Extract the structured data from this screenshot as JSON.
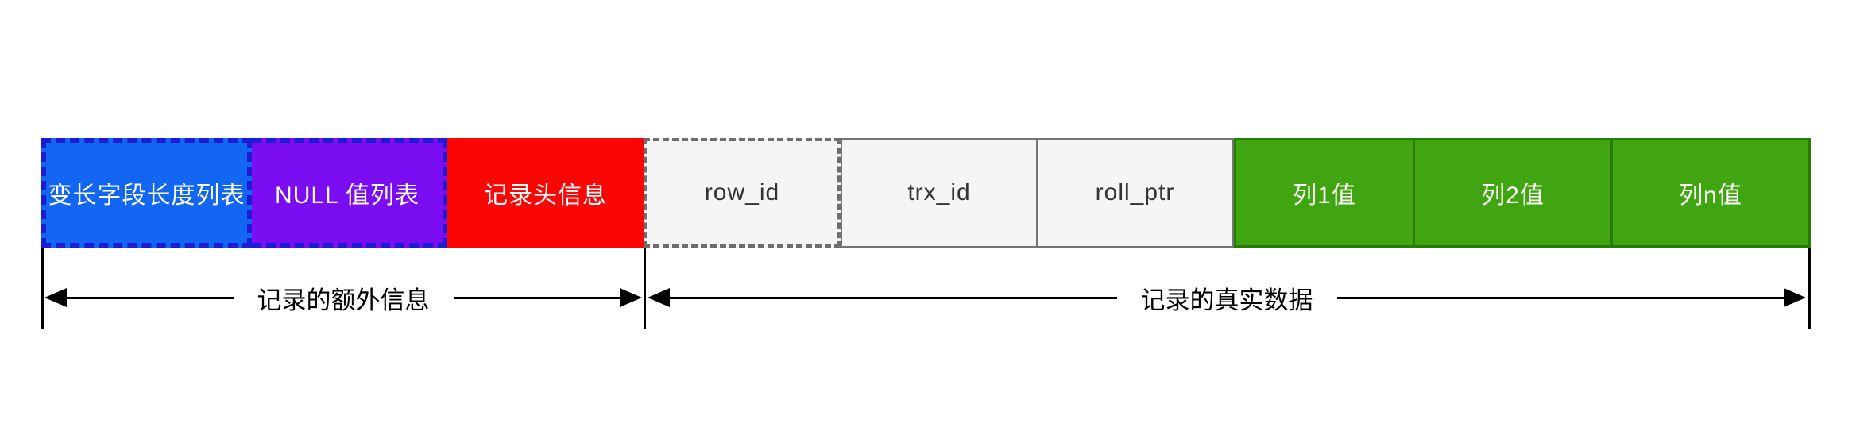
{
  "diagram": {
    "description": "InnoDB record format diagram",
    "record_bar": {
      "segments": [
        {
          "id": "varlen-list",
          "label": "变长字段长度列表",
          "bg": "#1266f1",
          "border_color": "#1c1cd6",
          "text_color": "#ffffff",
          "border_style": "dashed"
        },
        {
          "id": "null-list",
          "label": "NULL 值列表",
          "bg": "#7b0df2",
          "border_color": "#1c1cd6",
          "text_color": "#ffffff",
          "border_style": "dashed"
        },
        {
          "id": "record-header",
          "label": "记录头信息",
          "bg": "#fb0505",
          "border_color": "#fb0505",
          "text_color": "#ffffff",
          "border_style": "none"
        },
        {
          "id": "row-id",
          "label": "row_id",
          "bg": "#f5f5f5",
          "border_color": "#6e6e6e",
          "text_color": "#333333",
          "border_style": "dashed"
        },
        {
          "id": "trx-id",
          "label": "trx_id",
          "bg": "#f5f5f5",
          "border_color": "#757575",
          "text_color": "#333333",
          "border_style": "solid"
        },
        {
          "id": "roll-ptr",
          "label": "roll_ptr",
          "bg": "#f5f5f5",
          "border_color": "#757575",
          "text_color": "#333333",
          "border_style": "solid"
        },
        {
          "id": "col1-value",
          "label": "列1值",
          "bg": "#41a512",
          "border_color": "#267c00",
          "text_color": "#ffffff",
          "border_style": "solid"
        },
        {
          "id": "col2-value",
          "label": "列2值",
          "bg": "#41a512",
          "border_color": "#267c00",
          "text_color": "#ffffff",
          "border_style": "solid"
        },
        {
          "id": "coln-value",
          "label": "列n值",
          "bg": "#41a512",
          "border_color": "#267c00",
          "text_color": "#ffffff",
          "border_style": "solid"
        }
      ]
    },
    "dimensions": {
      "extra_info": {
        "label": "记录的额外信息"
      },
      "real_data": {
        "label": "记录的真实数据"
      }
    },
    "colors": {
      "line": "#000000",
      "background": "#ffffff"
    }
  }
}
